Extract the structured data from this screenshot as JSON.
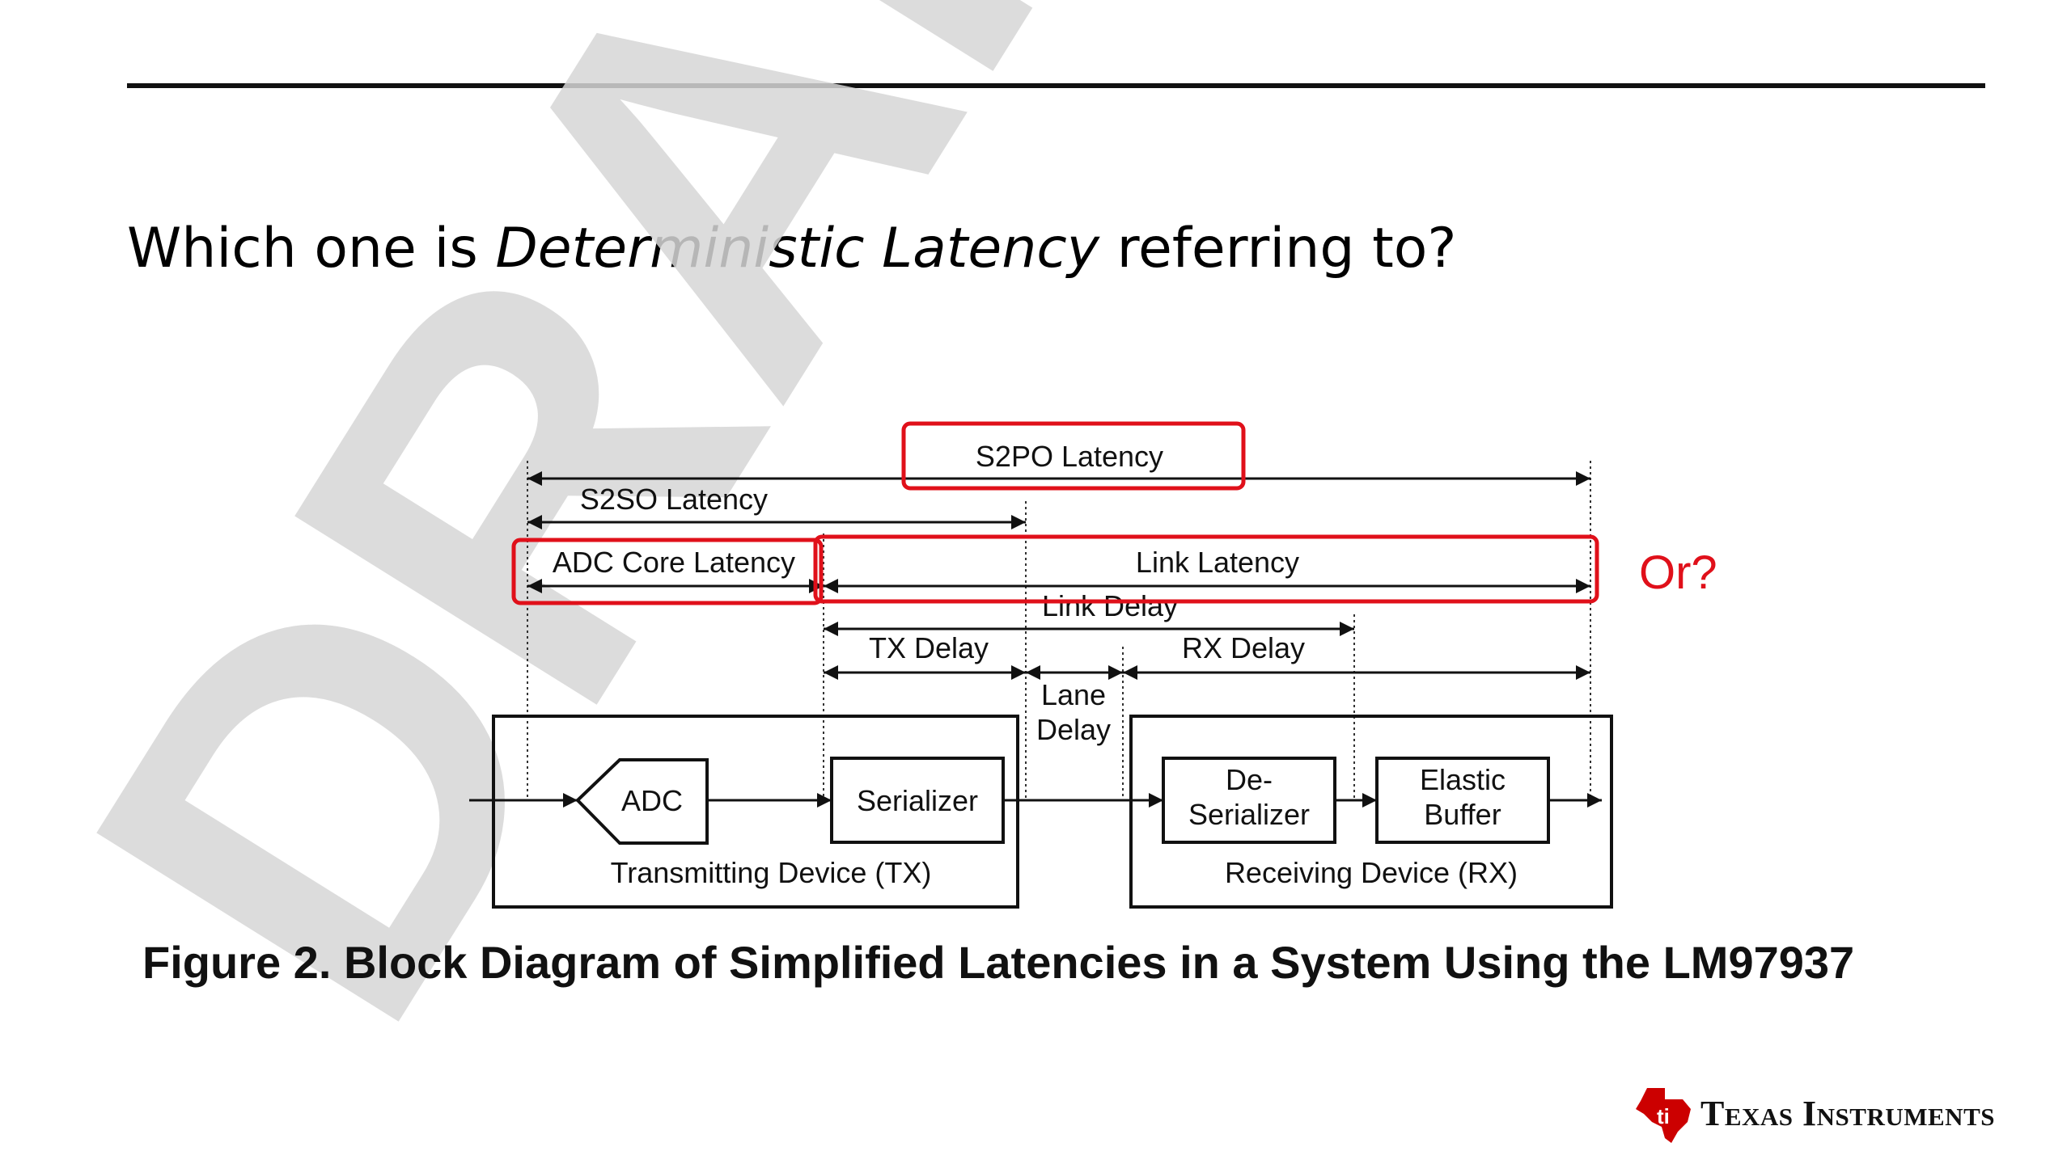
{
  "slide": {
    "question_prefix": "Which one is ",
    "question_emphasis": "Deterministic Latency",
    "question_suffix": " referring to?"
  },
  "diagram": {
    "watermark": "DRAFT",
    "latency_labels": {
      "s2po": "S2PO Latency",
      "s2so": "S2SO Latency",
      "adc_core": "ADC Core Latency",
      "link": "Link Latency",
      "link_delay": "Link Delay",
      "tx_delay": "TX Delay",
      "rx_delay": "RX Delay",
      "lane_delay_1": "Lane",
      "lane_delay_2": "Delay"
    },
    "or_label": "Or?",
    "blocks": {
      "adc": "ADC",
      "serializer": "Serializer",
      "deserializer_1": "De-",
      "deserializer_2": "Serializer",
      "elastic_1": "Elastic",
      "elastic_2": "Buffer"
    },
    "devices": {
      "tx": "Transmitting Device (TX)",
      "rx": "Receiving Device (RX)"
    },
    "highlight_color": "#e0101a"
  },
  "caption": "Figure 2. Block Diagram of Simplified Latencies in a System Using the LM97937",
  "logo": {
    "text": "Texas Instruments",
    "color": "#cc0000"
  }
}
